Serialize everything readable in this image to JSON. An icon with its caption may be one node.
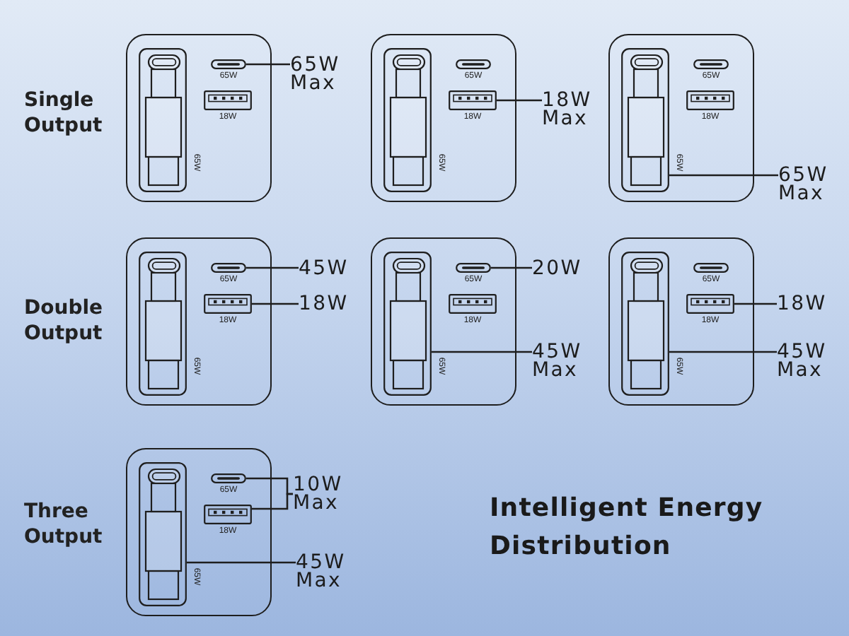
{
  "diagram": {
    "title": "Intelligent Energy Distribution",
    "nodes": [
      {
        "text": [],
        "shape": "box"
      },
      {
        "text": [],
        "shape": "pill",
        "in": 0,
        "beside": [
          "65W"
        ]
      },
      {
        "text": [],
        "shape": "socket",
        "in": 0,
        "beside": [
          "18W"
        ]
      },
      {
        "text": [],
        "shape": "picture",
        "in": 0,
        "beside": [
          "65W"
        ]
      },
      {
        "text": [
          "65W Max"
        ]
      },
      {
        "text": [],
        "shape": "box"
      },
      {
        "text": [],
        "shape": "pill",
        "in": 5,
        "beside": [
          "65W"
        ]
      },
      {
        "text": [],
        "shape": "socket",
        "in": 5,
        "beside": [
          "18W"
        ]
      },
      {
        "text": [],
        "shape": "picture",
        "in": 5,
        "beside": [
          "65W"
        ]
      },
      {
        "text": [
          "18W Max"
        ]
      },
      {
        "text": [],
        "shape": "box"
      },
      {
        "text": [],
        "shape": "pill",
        "in": 10,
        "beside": [
          "65W"
        ]
      },
      {
        "text": [],
        "shape": "socket",
        "in": 10,
        "beside": [
          "18W"
        ]
      },
      {
        "text": [],
        "shape": "picture",
        "in": 10,
        "beside": [
          "65W"
        ]
      },
      {
        "text": [
          "65W Max"
        ]
      },
      {
        "text": [],
        "shape": "box"
      },
      {
        "text": [],
        "shape": "pill",
        "in": 15,
        "beside": [
          "65W"
        ]
      },
      {
        "text": [],
        "shape": "socket",
        "in": 15,
        "beside": [
          "18W"
        ]
      },
      {
        "text": [],
        "shape": "picture",
        "in": 15,
        "beside": [
          "65W"
        ]
      },
      {
        "text": [
          "45W"
        ]
      },
      {
        "text": [
          "18W"
        ]
      },
      {
        "text": [],
        "shape": "box"
      },
      {
        "text": [],
        "shape": "pill",
        "in": 21,
        "beside": [
          "65W"
        ]
      },
      {
        "text": [],
        "shape": "socket",
        "in": 21,
        "beside": [
          "18W"
        ]
      },
      {
        "text": [],
        "shape": "picture",
        "in": 21,
        "beside": [
          "65W"
        ]
      },
      {
        "text": [
          "20W"
        ]
      },
      {
        "text": [
          "45W Max"
        ]
      },
      {
        "text": [],
        "shape": "box"
      },
      {
        "text": [],
        "shape": "pill",
        "in": 27,
        "beside": [
          "65W"
        ]
      },
      {
        "text": [],
        "shape": "socket",
        "in": 27,
        "beside": [
          "18W"
        ]
      },
      {
        "text": [],
        "shape": "picture",
        "in": 27,
        "beside": [
          "65W"
        ]
      },
      {
        "text": [
          "18W"
        ]
      },
      {
        "text": [
          "45W Max"
        ]
      },
      {
        "text": [],
        "shape": "box"
      },
      {
        "text": [],
        "shape": "pill",
        "in": 33,
        "beside": [
          "65W"
        ]
      },
      {
        "text": [],
        "shape": "socket",
        "in": 33,
        "beside": [
          "18W"
        ]
      },
      {
        "text": [],
        "shape": "picture",
        "in": 33,
        "beside": [
          "65W"
        ]
      },
      {
        "text": [
          "10W Max"
        ]
      },
      {
        "text": [
          "45W Max"
        ]
      }
    ],
    "edges": [
      {
        "from": 4,
        "to": 1,
        "arrow": "none"
      },
      {
        "from": 9,
        "to": 7,
        "arrow": "none"
      },
      {
        "from": 14,
        "to": 13,
        "arrow": "none"
      },
      {
        "from": 19,
        "to": 16,
        "arrow": "none"
      },
      {
        "from": 20,
        "to": 17,
        "arrow": "none"
      },
      {
        "from": 25,
        "to": 22,
        "arrow": "none"
      },
      {
        "from": 26,
        "to": 24,
        "arrow": "none"
      },
      {
        "from": 31,
        "to": 29,
        "arrow": "none"
      },
      {
        "from": 32,
        "to": 30,
        "arrow": "none"
      },
      {
        "from": 37,
        "to": 34,
        "arrow": "none"
      },
      {
        "from": 37,
        "to": 35,
        "arrow": "none"
      },
      {
        "from": 38,
        "to": 36,
        "arrow": "none"
      }
    ],
    "labels": [
      "Single Output",
      "Double Output",
      "Three Output"
    ]
  }
}
